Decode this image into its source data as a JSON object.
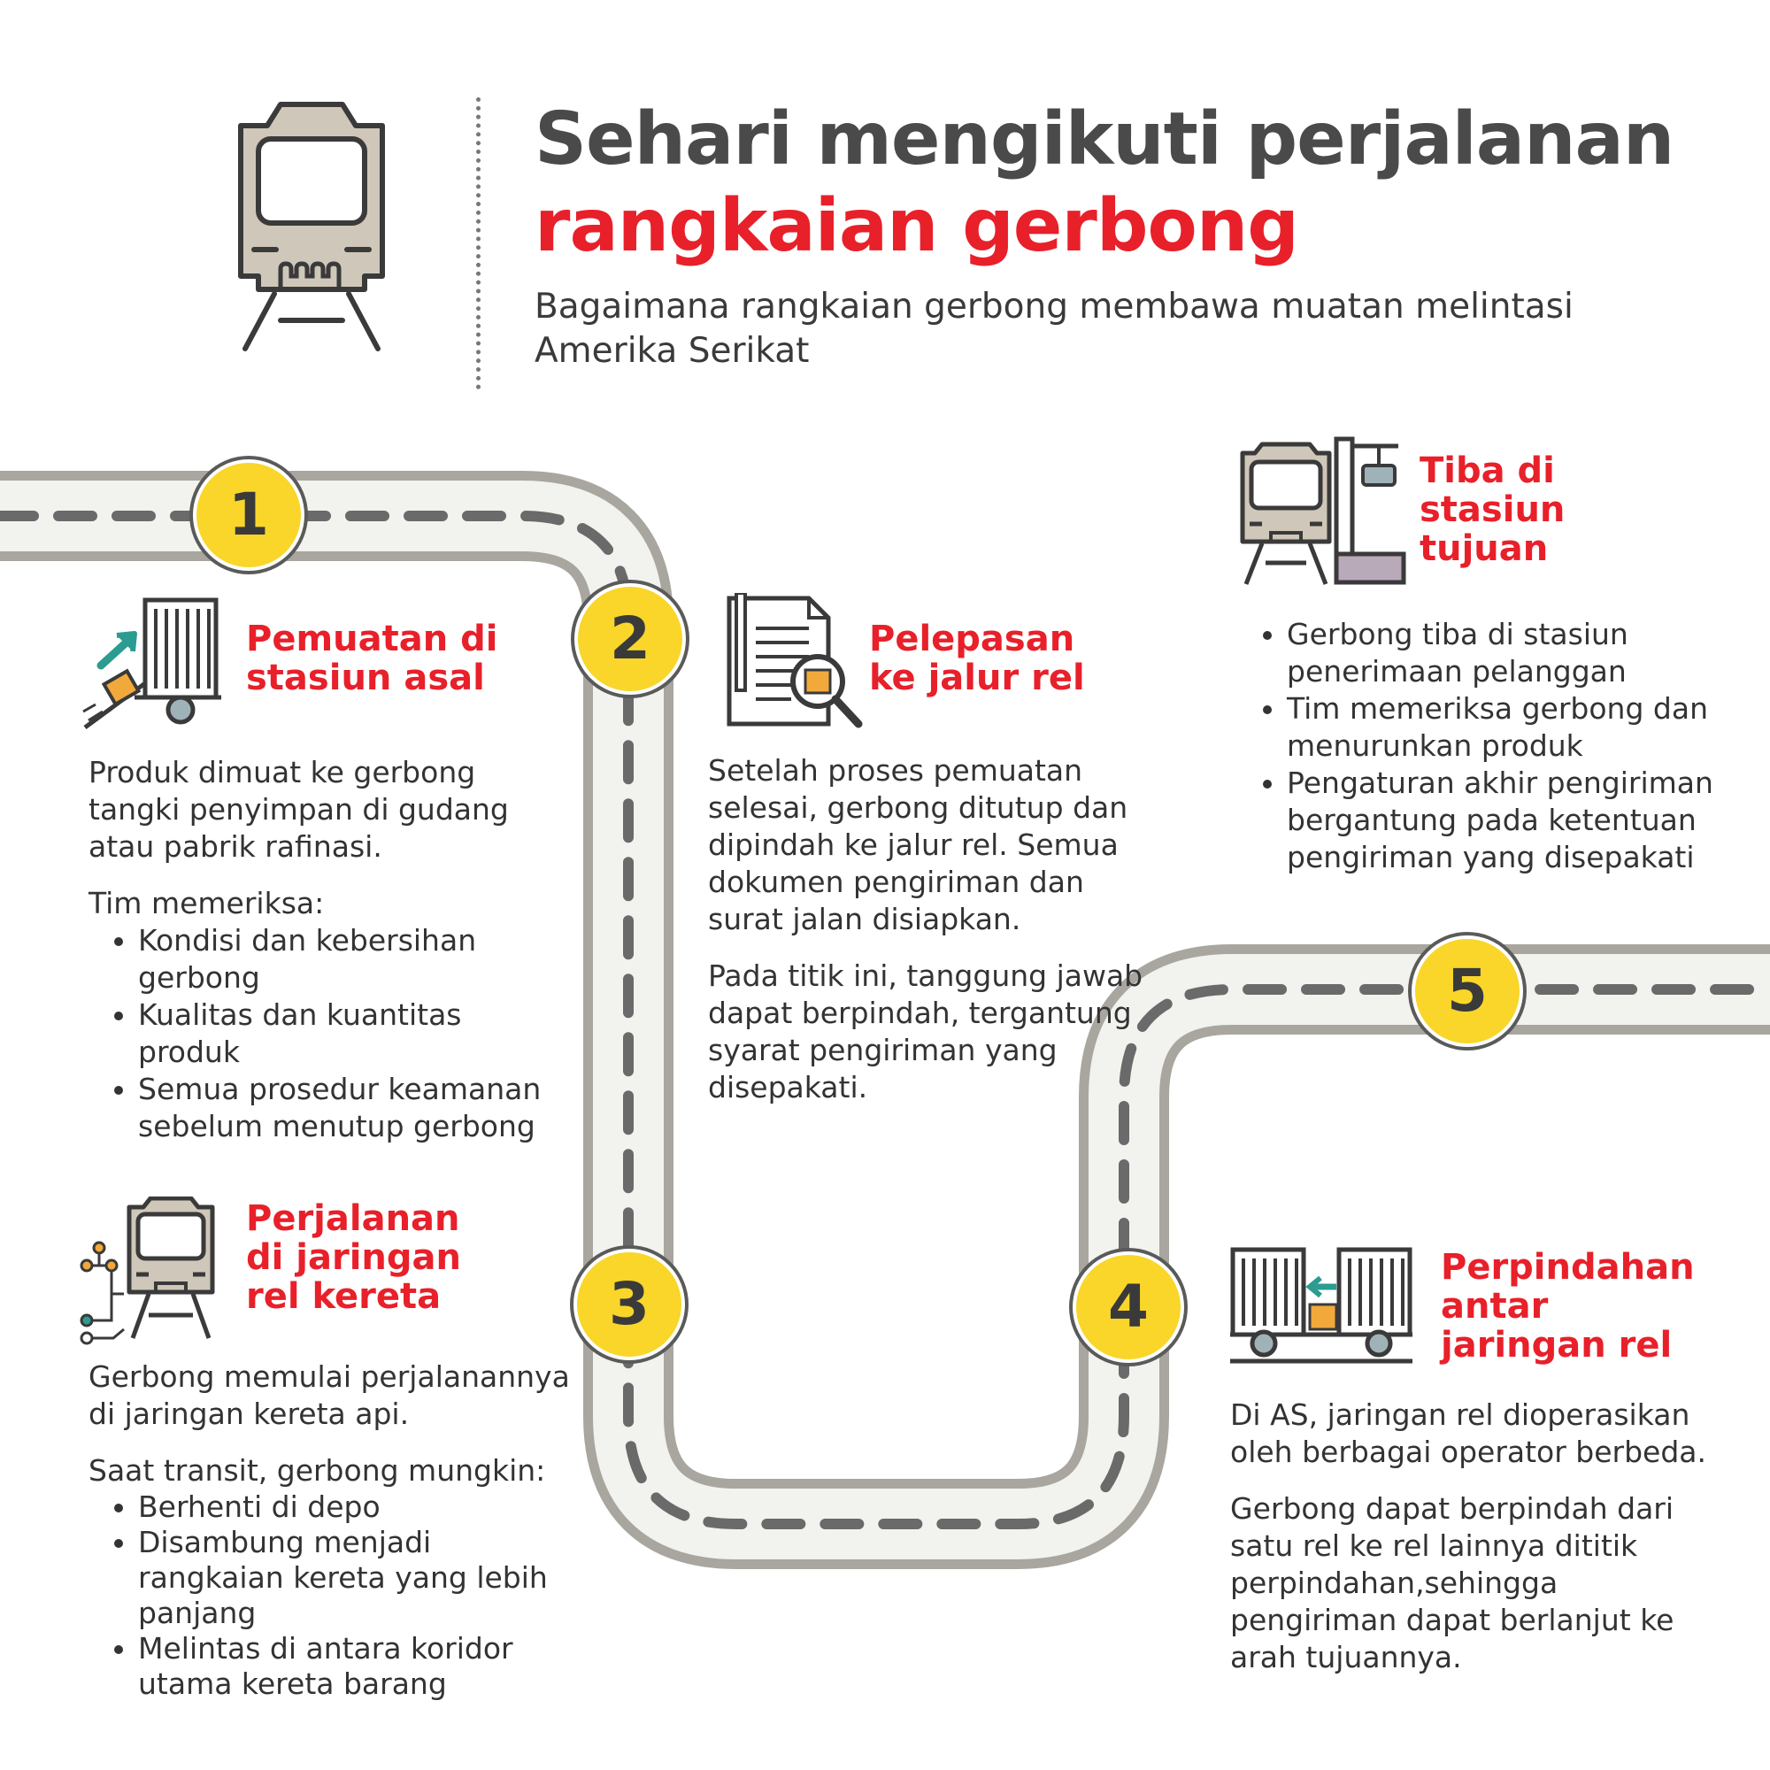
{
  "header": {
    "title_line1": "Sehari mengikuti perjalanan",
    "title_line2": "rangkaian gerbong",
    "subtitle": "Bagaimana rangkaian gerbong membawa muatan melintasi Amerika Serikat",
    "icon": "train-front-icon"
  },
  "colors": {
    "accent": "#e8202a",
    "badge": "#f9d629",
    "road": "#a9a59f",
    "road_inner": "#f2f2ee"
  },
  "steps": [
    {
      "number": "1",
      "heading": "Pemuatan di stasiun asal",
      "icon": "tank-car-loading-icon",
      "paragraphs": [
        "Produk dimuat ke gerbong tangki penyimpan di gudang atau pabrik rafinasi.",
        "Tim memeriksa:"
      ],
      "bullets": [
        "Kondisi dan kebersihan gerbong",
        "Kualitas dan kuantitas produk",
        "Semua prosedur keamanan sebelum menutup gerbong"
      ]
    },
    {
      "number": "2",
      "heading": "Pelepasan ke jalur rel",
      "icon": "document-inspection-icon",
      "paragraphs": [
        "Setelah proses pemuatan selesai, gerbong ditutup dan dipindah ke jalur rel. Semua dokumen pengiriman dan surat jalan disiapkan.",
        "Pada titik ini, tanggung jawab dapat berpindah, tergantung syarat pengiriman yang disepakati."
      ]
    },
    {
      "number": "3",
      "heading": "Perjalanan di jaringan rel kereta",
      "icon": "train-network-icon",
      "paragraphs": [
        "Gerbong memulai perjalanannya di jaringan kereta api.",
        "Saat transit, gerbong mungkin:"
      ],
      "bullets": [
        "Berhenti di depo",
        "Disambung menjadi rangkaian kereta yang lebih panjang",
        "Melintas di antara koridor utama kereta barang"
      ]
    },
    {
      "number": "4",
      "heading": "Perpindahan antar jaringan rel",
      "icon": "railcar-transfer-icon",
      "paragraphs": [
        "Di AS, jaringan rel dioperasikan oleh berbagai operator berbeda.",
        "Gerbong dapat berpindah dari satu rel ke rel lainnya dititik perpindahan,sehingga pengiriman dapat berlanjut ke arah tujuannya."
      ]
    },
    {
      "number": "5",
      "heading": "Tiba di stasiun tujuan",
      "icon": "train-station-arrival-icon",
      "bullets": [
        "Gerbong tiba di stasiun penerimaan pelanggan",
        "Tim memeriksa gerbong dan menurunkan produk",
        "Pengaturan akhir pengiriman bergantung pada ketentuan pengiriman yang disepakati"
      ]
    }
  ]
}
